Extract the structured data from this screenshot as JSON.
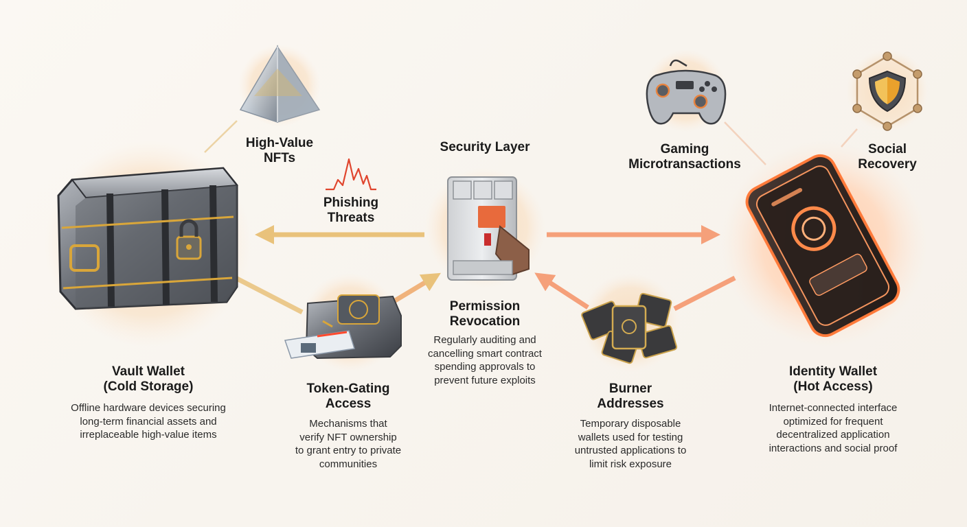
{
  "nodes": {
    "security_layer": {
      "title": "Security Layer"
    },
    "high_value_nfts": {
      "title_lines": [
        "High-Value",
        "NFTs"
      ]
    },
    "phishing_threats": {
      "title_lines": [
        "Phishing",
        "Threats"
      ]
    },
    "gaming": {
      "title_lines": [
        "Gaming",
        "Microtransactions"
      ]
    },
    "social_recovery": {
      "title_lines": [
        "Social",
        "Recovery"
      ]
    },
    "permission_revocation": {
      "title_lines": [
        "Permission",
        "Revocation"
      ],
      "desc_lines": [
        "Regularly auditing and",
        "cancelling smart contract",
        "spending approvals to",
        "prevent future exploits"
      ]
    },
    "vault_wallet": {
      "title_lines": [
        "Vault Wallet",
        "(Cold Storage)"
      ],
      "desc_lines": [
        "Offline hardware devices securing",
        "long-term financial assets and",
        "irreplaceable high-value items"
      ]
    },
    "token_gating": {
      "title_lines": [
        "Token-Gating",
        "Access"
      ],
      "desc_lines": [
        "Mechanisms that",
        "verify NFT ownership",
        "to grant entry to private",
        "communities"
      ]
    },
    "burner_addresses": {
      "title_lines": [
        "Burner",
        "Addresses"
      ],
      "desc_lines": [
        "Temporary disposable",
        "wallets used for testing",
        "untrusted applications to",
        "limit risk exposure"
      ]
    },
    "identity_wallet": {
      "title_lines": [
        "Identity Wallet",
        "(Hot Access)"
      ],
      "desc_lines": [
        "Internet-connected interface",
        "optimized for frequent",
        "decentralized application",
        "interactions and social proof"
      ]
    }
  },
  "colors": {
    "gold_arrow": "#e8c27a",
    "orange_arrow": "#f4a27a",
    "halo": "#f6dcc0",
    "phishing_red": "#e0452e",
    "phone_glow": "#ff8a4a"
  }
}
